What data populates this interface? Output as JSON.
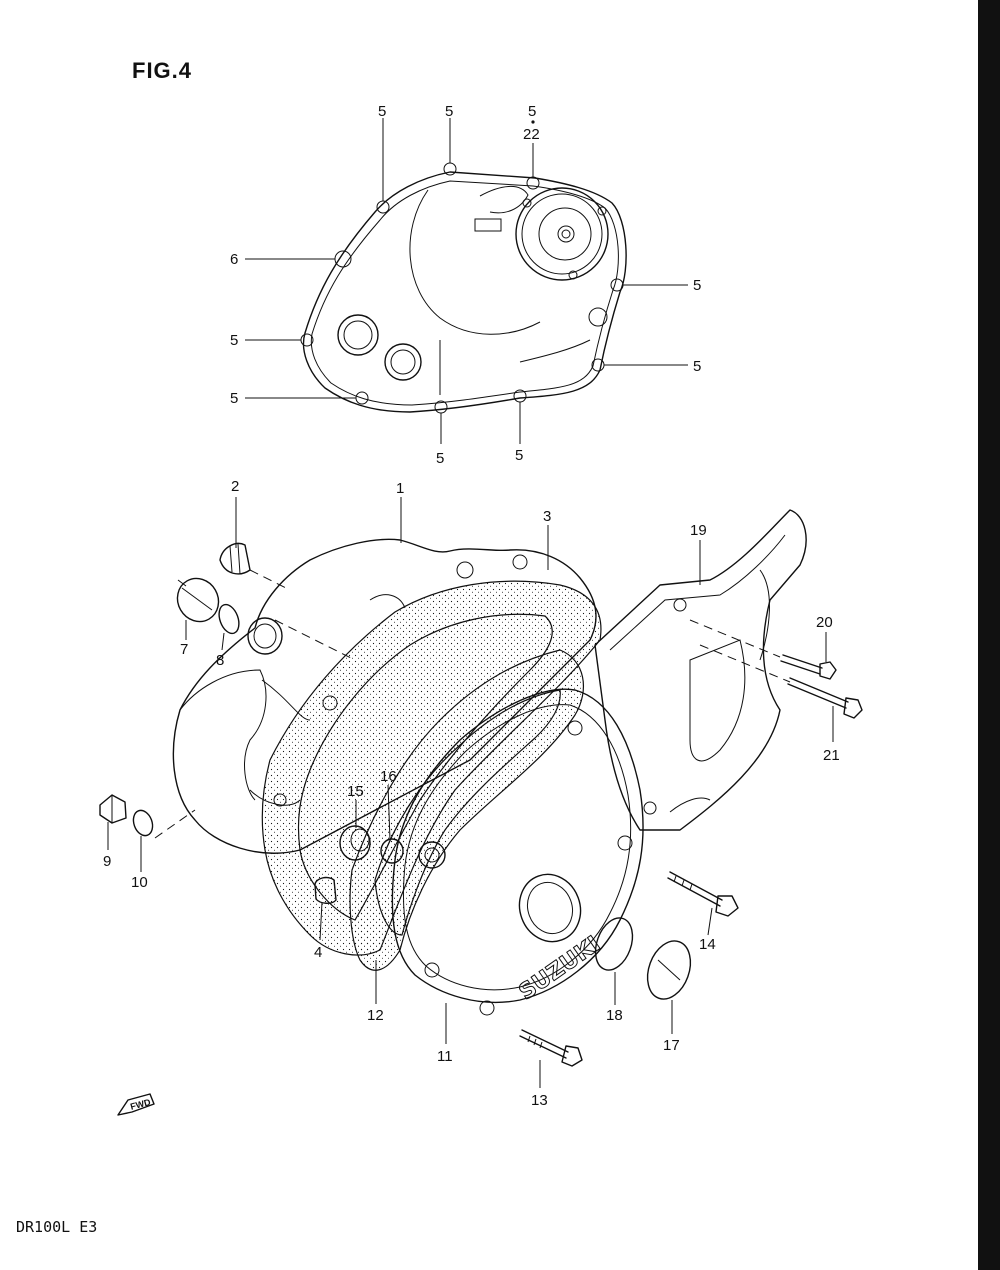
{
  "figure": {
    "title": "FIG.4",
    "model": "DR100L E3",
    "fwd_mark": "FWD",
    "brand_mark": "SUZUKI"
  },
  "callouts": [
    {
      "id": "c-5a",
      "label": "5"
    },
    {
      "id": "c-5b",
      "label": "5"
    },
    {
      "id": "c-5c",
      "label": "5"
    },
    {
      "id": "c-22",
      "label": "22"
    },
    {
      "id": "c-6",
      "label": "6"
    },
    {
      "id": "c-5d",
      "label": "5"
    },
    {
      "id": "c-5e",
      "label": "5"
    },
    {
      "id": "c-5f",
      "label": "5"
    },
    {
      "id": "c-5g",
      "label": "5"
    },
    {
      "id": "c-5h",
      "label": "5"
    },
    {
      "id": "c-5i",
      "label": "5"
    },
    {
      "id": "c-1",
      "label": "1"
    },
    {
      "id": "c-2",
      "label": "2"
    },
    {
      "id": "c-3",
      "label": "3"
    },
    {
      "id": "c-4",
      "label": "4"
    },
    {
      "id": "c-7",
      "label": "7"
    },
    {
      "id": "c-8",
      "label": "8"
    },
    {
      "id": "c-9",
      "label": "9"
    },
    {
      "id": "c-10",
      "label": "10"
    },
    {
      "id": "c-11",
      "label": "11"
    },
    {
      "id": "c-12",
      "label": "12"
    },
    {
      "id": "c-13",
      "label": "13"
    },
    {
      "id": "c-14",
      "label": "14"
    },
    {
      "id": "c-15",
      "label": "15"
    },
    {
      "id": "c-16",
      "label": "16"
    },
    {
      "id": "c-17",
      "label": "17"
    },
    {
      "id": "c-18",
      "label": "18"
    },
    {
      "id": "c-19",
      "label": "19"
    },
    {
      "id": "c-20",
      "label": "20"
    },
    {
      "id": "c-21",
      "label": "21"
    }
  ]
}
